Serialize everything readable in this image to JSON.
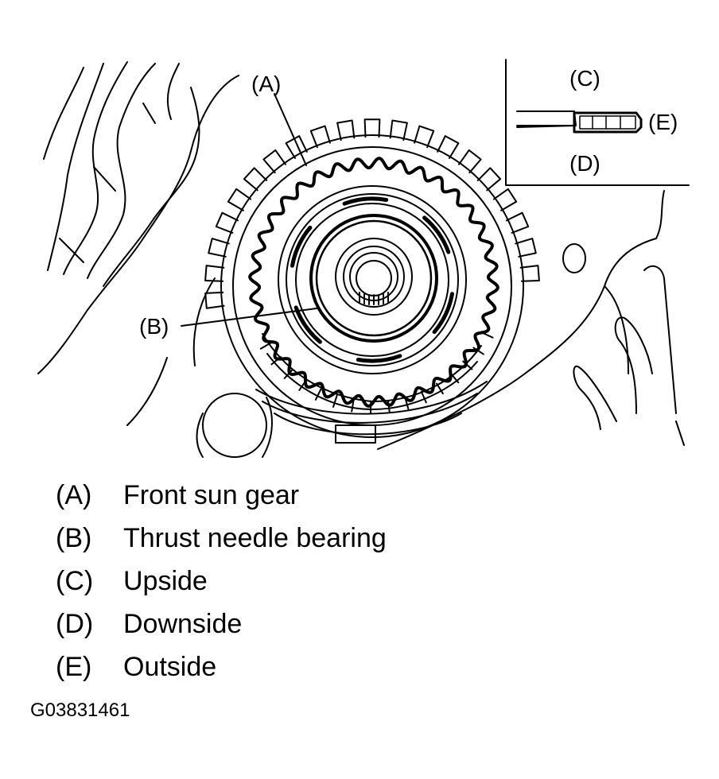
{
  "callouts": {
    "a": "(A)",
    "b": "(B)",
    "c": "(C)",
    "d": "(D)",
    "e": "(E)"
  },
  "legend": [
    {
      "key": "(A)",
      "text": "Front sun gear"
    },
    {
      "key": "(B)",
      "text": "Thrust needle bearing"
    },
    {
      "key": "(C)",
      "text": "Upside"
    },
    {
      "key": "(D)",
      "text": "Downside"
    },
    {
      "key": "(E)",
      "text": "Outside"
    }
  ],
  "figure_code": "G03831461",
  "colors": {
    "line": "#000000",
    "background": "#ffffff"
  }
}
